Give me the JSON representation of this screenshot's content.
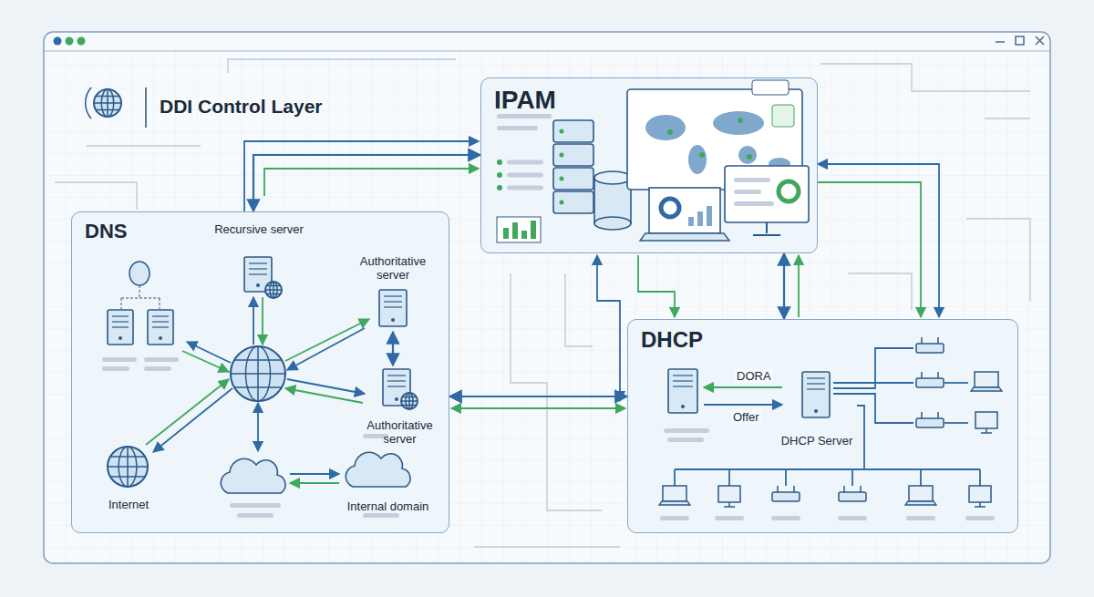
{
  "diagram": {
    "title": "DDI Control Layer",
    "nodes": [
      {
        "text": [
          "IPAM"
        ]
      },
      {
        "text": [
          "DNS"
        ]
      },
      {
        "text": [
          "Recursive server"
        ],
        "in": 1
      },
      {
        "text": [
          "Authoritative server"
        ],
        "in": 1
      },
      {
        "text": [
          "Authoritative server"
        ],
        "in": 1
      },
      {
        "text": [
          "Internet"
        ],
        "in": 1
      },
      {
        "text": [
          "Internal domain"
        ],
        "in": 1
      },
      {
        "text": [
          "DHCP"
        ]
      },
      {
        "text": [
          "DHCP Server"
        ],
        "in": 7
      }
    ],
    "edges": [
      {
        "from": 1,
        "to": 0,
        "arrow": "both"
      },
      {
        "from": 7,
        "to": 0,
        "arrow": "both"
      },
      {
        "from": 1,
        "to": 7,
        "arrow": "both"
      },
      {
        "from": 3,
        "to": 4,
        "arrow": "both"
      }
    ],
    "labels": [
      "DORA",
      "Offer"
    ]
  }
}
